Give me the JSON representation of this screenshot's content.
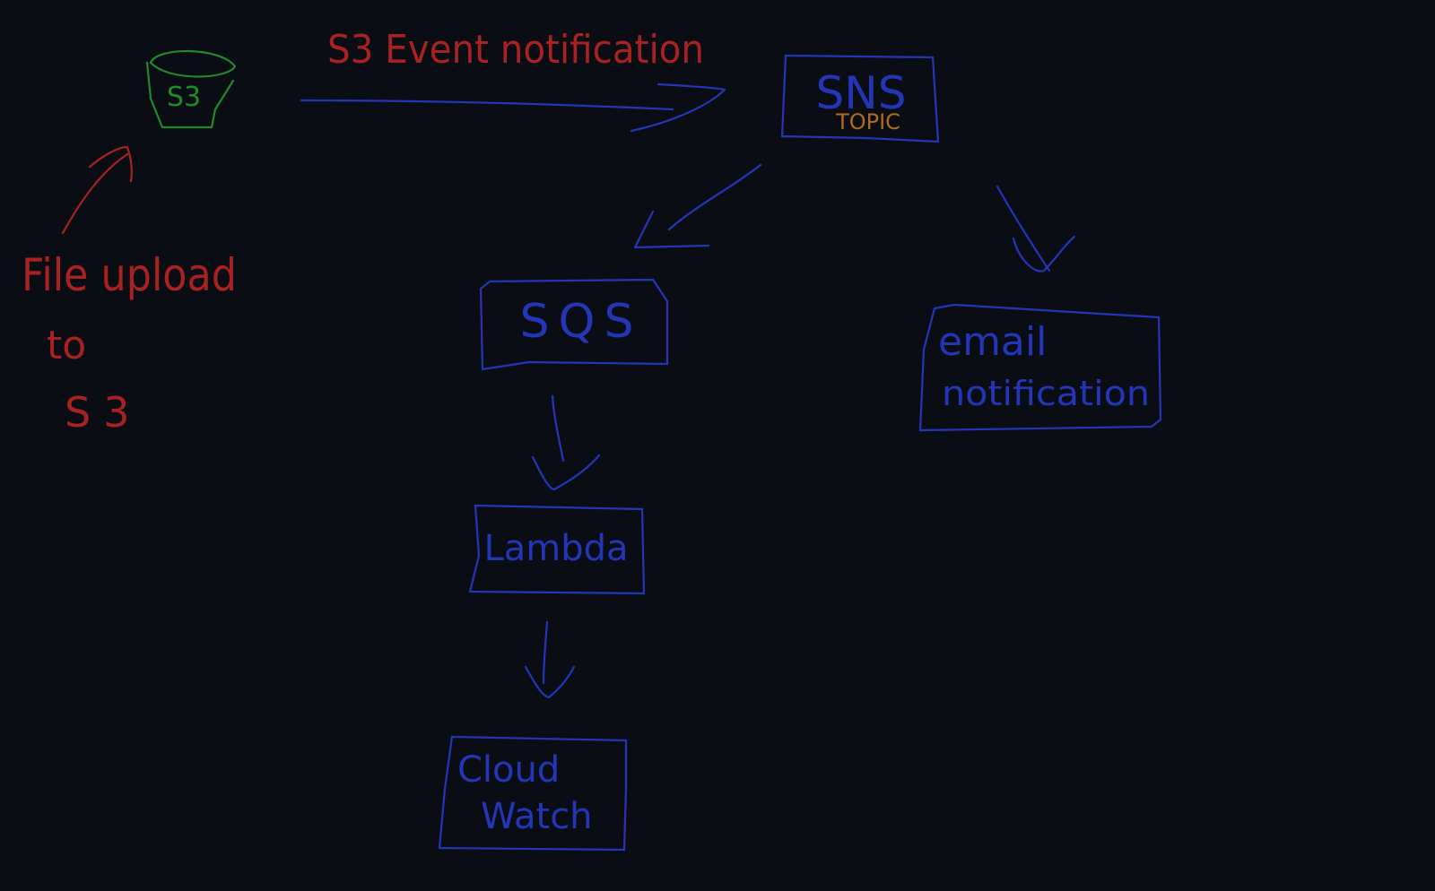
{
  "colors": {
    "background": "#0b0d14",
    "blue": "#2436b8",
    "red": "#a82222",
    "green": "#1f8a2a",
    "orange": "#b26b1c"
  },
  "labels": {
    "s3_bucket": "S3",
    "event_arrow": "S3 Event notification",
    "sns": "SNS",
    "sns_sub": "TOPIC",
    "sqs": "SQS",
    "email_line1": "email",
    "email_line2": "notification",
    "lambda": "Lambda",
    "cloudwatch_line1": "Cloud",
    "cloudwatch_line2": "Watch",
    "upload_line1": "File upload",
    "upload_line2": "to",
    "upload_line3": "S3"
  }
}
